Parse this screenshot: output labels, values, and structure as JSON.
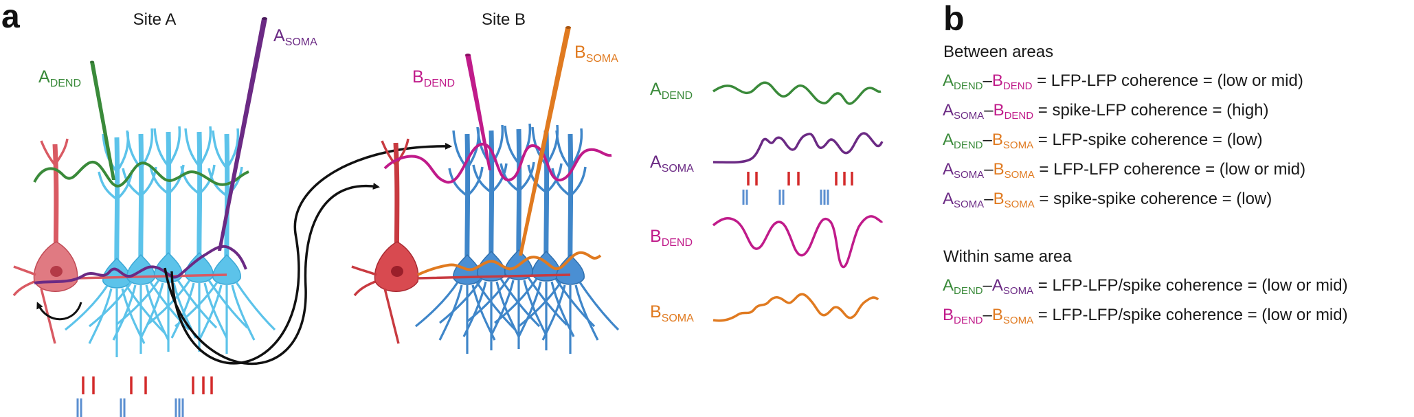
{
  "panel_labels": {
    "a": "a",
    "b": "b"
  },
  "site_a": "Site A",
  "site_b": "Site B",
  "electrodes": {
    "a_dend": {
      "main": "A",
      "sub": "DEND"
    },
    "a_soma": {
      "main": "A",
      "sub": "SOMA"
    },
    "b_dend": {
      "main": "B",
      "sub": "DEND"
    },
    "b_soma": {
      "main": "B",
      "sub": "SOMA"
    }
  },
  "colors": {
    "a_dend": "#3a8a3a",
    "a_soma": "#6b2a84",
    "b_dend": "#c01b8a",
    "b_soma": "#e07a20",
    "spike_red": "#d32a2a",
    "spike_blue": "#5b8fd0",
    "neuron_red": "#d95a63",
    "neuron_lightblue": "#5cc3ea",
    "neuron_blue": "#3f86c9"
  },
  "traces": [
    {
      "id": "a_dend",
      "main": "A",
      "sub": "DEND"
    },
    {
      "id": "a_soma",
      "main": "A",
      "sub": "SOMA"
    },
    {
      "id": "b_dend",
      "main": "B",
      "sub": "DEND"
    },
    {
      "id": "b_soma",
      "main": "B",
      "sub": "SOMA"
    }
  ],
  "panel_b": {
    "between_heading": "Between areas",
    "between": [
      {
        "l1": "A",
        "s1": "DEND",
        "c1": "green",
        "l2": "B",
        "s2": "DEND",
        "c2": "magenta",
        "text": "= LFP-LFP coherence = (low or mid)"
      },
      {
        "l1": "A",
        "s1": "SOMA",
        "c1": "purple",
        "l2": "B",
        "s2": "DEND",
        "c2": "magenta",
        "text": "= spike-LFP coherence = (high)"
      },
      {
        "l1": "A",
        "s1": "DEND",
        "c1": "green",
        "l2": "B",
        "s2": "SOMA",
        "c2": "orange",
        "text": "= LFP-spike coherence = (low)"
      },
      {
        "l1": "A",
        "s1": "SOMA",
        "c1": "purple",
        "l2": "B",
        "s2": "SOMA",
        "c2": "orange",
        "text": "= LFP-LFP coherence = (low or mid)"
      },
      {
        "l1": "A",
        "s1": "SOMA",
        "c1": "purple",
        "l2": "B",
        "s2": "SOMA",
        "c2": "orange",
        "text": "= spike-spike coherence = (low)"
      }
    ],
    "within_heading": "Within same area",
    "within": [
      {
        "l1": "A",
        "s1": "DEND",
        "c1": "green",
        "l2": "A",
        "s2": "SOMA",
        "c2": "purple",
        "text": "= LFP-LFP/spike coherence = (low or mid)"
      },
      {
        "l1": "B",
        "s1": "DEND",
        "c1": "magenta",
        "l2": "B",
        "s2": "SOMA",
        "c2": "orange",
        "text": "= LFP-LFP/spike coherence = (low or mid)"
      }
    ]
  }
}
